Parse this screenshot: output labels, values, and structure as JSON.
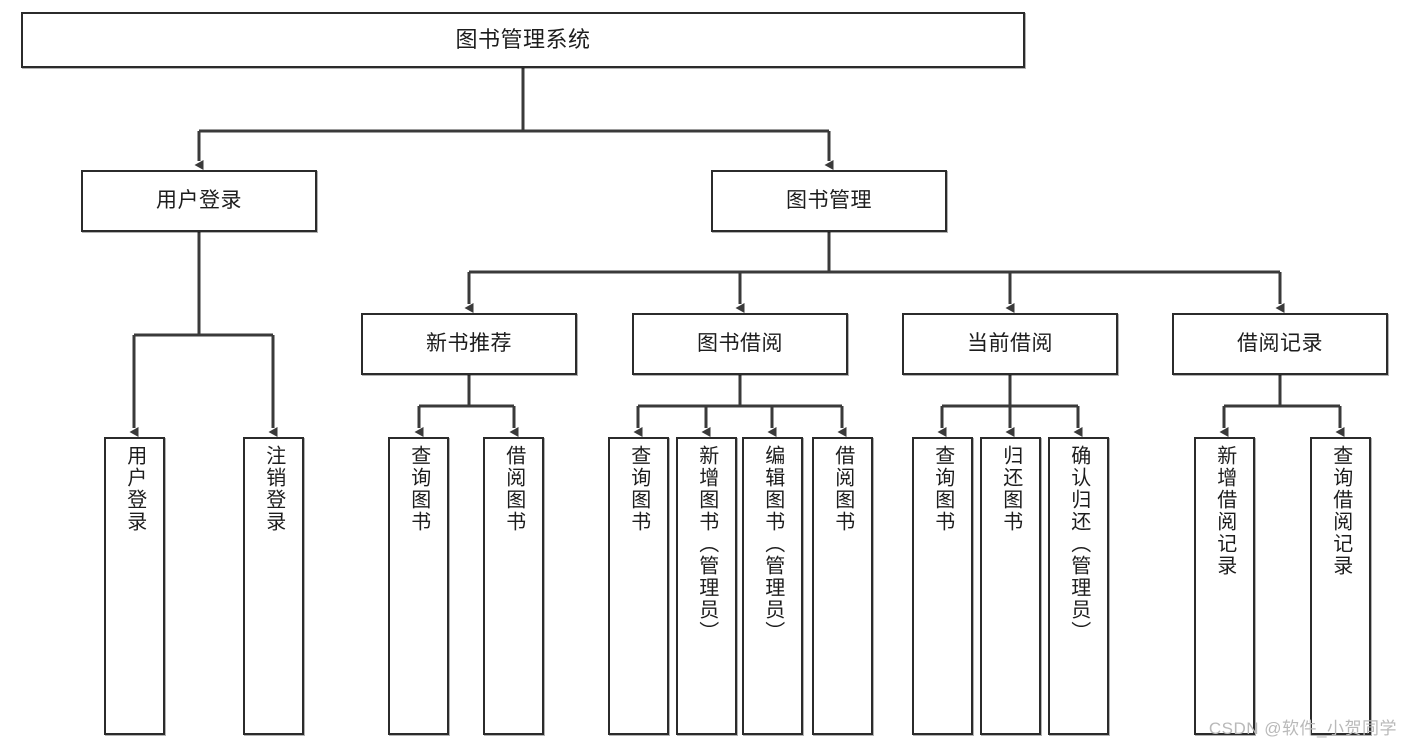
{
  "diagram": {
    "type": "tree",
    "title": "图书管理系统",
    "orientation": "top-down",
    "colors": {
      "box_border": "#2b2b2b",
      "box_fill": "#ffffff",
      "edge": "#3a3a3a",
      "text": "#1d1d1d",
      "watermark": "#b9b9b9"
    },
    "root": {
      "label": "图书管理系统"
    },
    "level2": [
      {
        "id": "user-login",
        "label": "用户登录"
      },
      {
        "id": "book-management",
        "label": "图书管理"
      }
    ],
    "level3": [
      {
        "id": "new-book-recommend",
        "label": "新书推荐"
      },
      {
        "id": "book-borrow",
        "label": "图书借阅"
      },
      {
        "id": "current-borrow",
        "label": "当前借阅"
      },
      {
        "id": "borrow-record",
        "label": "借阅记录"
      }
    ],
    "leaves": {
      "user-login": [
        {
          "id": "leaf-user-login",
          "label": "用户登录"
        },
        {
          "id": "leaf-user-logout",
          "label": "注销登录"
        }
      ],
      "new-book-recommend": [
        {
          "id": "leaf-query-book-rec",
          "label": "查询图书"
        },
        {
          "id": "leaf-borrow-book-rec",
          "label": "借阅图书"
        }
      ],
      "book-borrow": [
        {
          "id": "leaf-query-book-borrow",
          "label": "查询图书"
        },
        {
          "id": "leaf-add-book-admin",
          "label": "新增图书（管理员）"
        },
        {
          "id": "leaf-edit-book-admin",
          "label": "编辑图书（管理员）"
        },
        {
          "id": "leaf-borrow-book",
          "label": "借阅图书"
        }
      ],
      "current-borrow": [
        {
          "id": "leaf-query-book-current",
          "label": "查询图书"
        },
        {
          "id": "leaf-return-book",
          "label": "归还图书"
        },
        {
          "id": "leaf-confirm-return-admin",
          "label": "确认归还（管理员）"
        }
      ],
      "borrow-record": [
        {
          "id": "leaf-add-borrow-record",
          "label": "新增借阅记录"
        },
        {
          "id": "leaf-query-borrow-record",
          "label": "查询借阅记录"
        }
      ]
    }
  },
  "watermark": {
    "text": "CSDN @软件_小贺同学"
  }
}
